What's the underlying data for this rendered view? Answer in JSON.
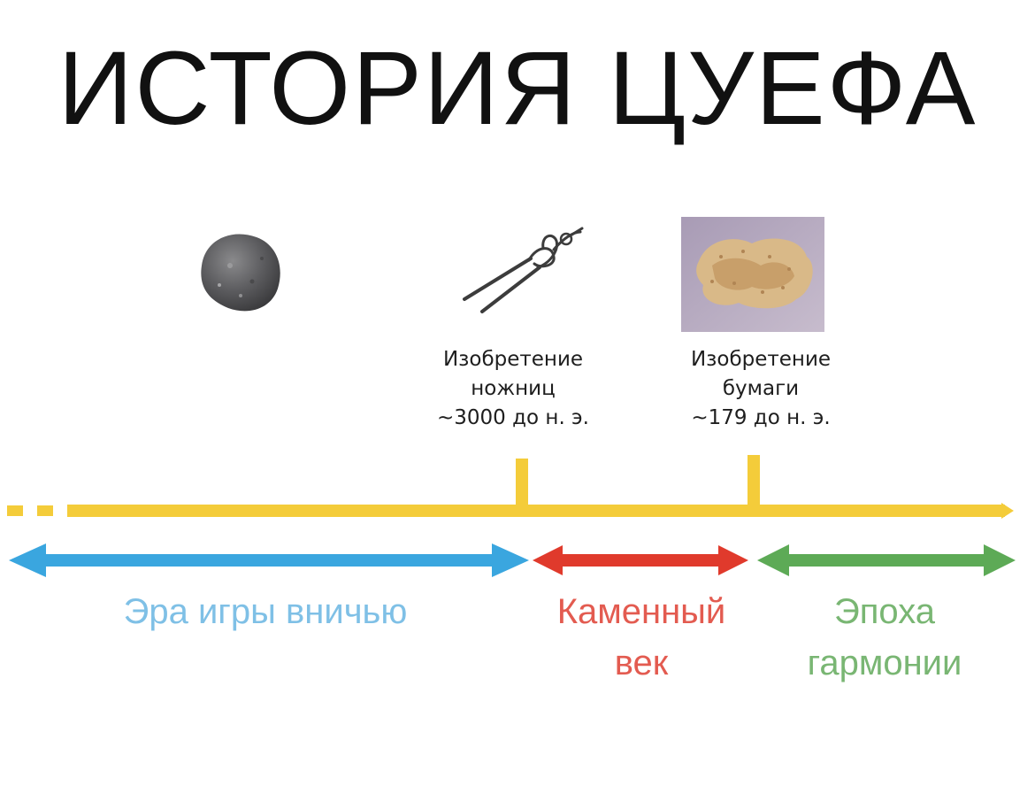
{
  "title": "ИСТОРИЯ ЦУЕФА",
  "events": [
    {
      "icon": "scissors-icon",
      "line1": "Изобретение",
      "line2": "ножниц",
      "line3": "~3000 до н. э."
    },
    {
      "icon": "paper-icon",
      "line1": "Изобретение",
      "line2": "бумаги",
      "line3": "~179 до н. э."
    }
  ],
  "start_icon": "rock-icon",
  "eras": [
    {
      "line1": "Эра игры вничью",
      "color": "#3aa6df"
    },
    {
      "line1": "Каменный",
      "line2": "век",
      "color": "#e03a2c"
    },
    {
      "line1": "Эпоха",
      "line2": "гармонии",
      "color": "#5daa56"
    }
  ],
  "colors": {
    "timeline": "#f4cc3a",
    "title": "#111111"
  }
}
